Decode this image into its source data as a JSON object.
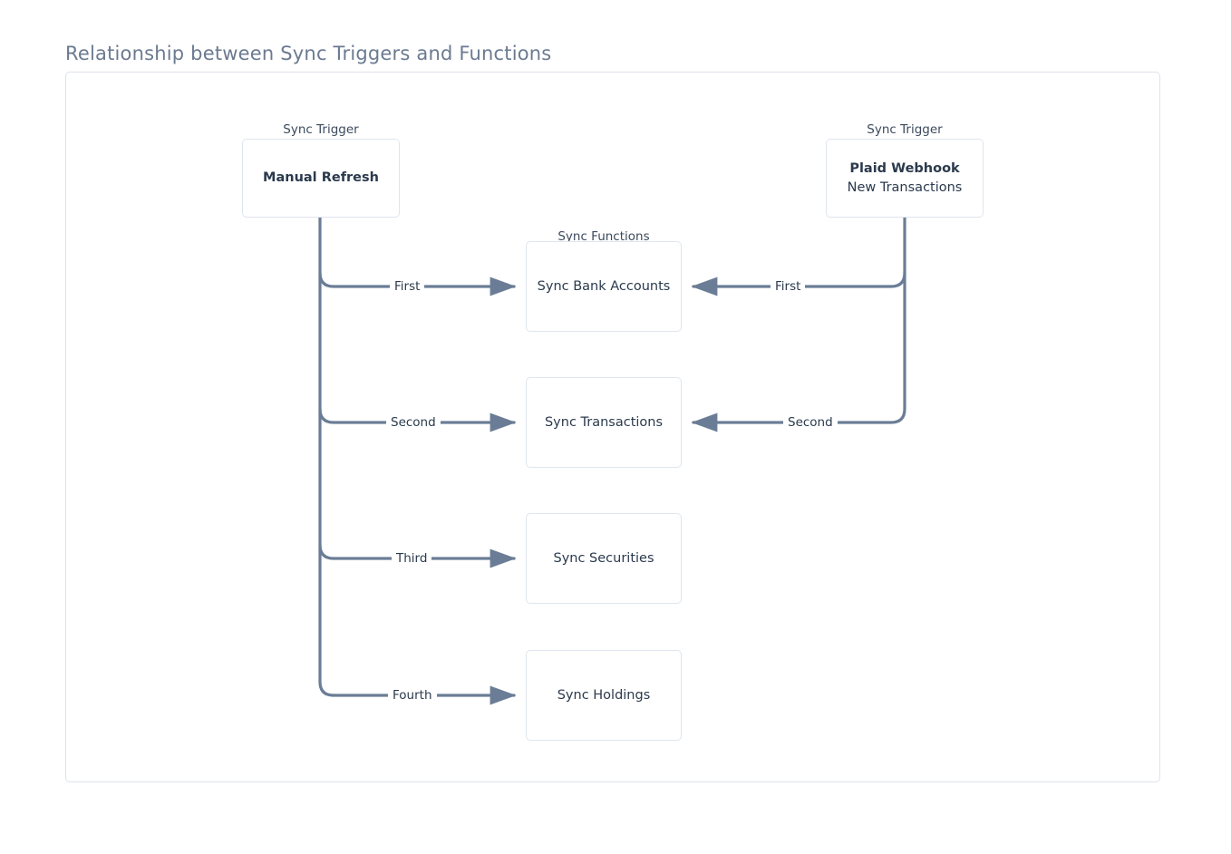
{
  "page": {
    "title": "Relationship between Sync Triggers and Functions"
  },
  "diagram": {
    "type": "flowchart",
    "groups": [
      {
        "id": "trigger-left",
        "label": "Sync Trigger"
      },
      {
        "id": "functions",
        "label": "Sync Functions"
      },
      {
        "id": "trigger-right",
        "label": "Sync Trigger"
      }
    ],
    "nodes": [
      {
        "id": "manual-refresh",
        "group": "trigger-left",
        "lines": [
          {
            "text": "Manual Refresh",
            "bold": true
          }
        ]
      },
      {
        "id": "plaid-webhook",
        "group": "trigger-right",
        "lines": [
          {
            "text": "Plaid Webhook",
            "bold": true
          },
          {
            "text": "New Transactions",
            "bold": false
          }
        ]
      },
      {
        "id": "sync-bank-accounts",
        "group": "functions",
        "lines": [
          {
            "text": "Sync Bank Accounts",
            "bold": false
          }
        ]
      },
      {
        "id": "sync-transactions",
        "group": "functions",
        "lines": [
          {
            "text": "Sync Transactions",
            "bold": false
          }
        ]
      },
      {
        "id": "sync-securities",
        "group": "functions",
        "lines": [
          {
            "text": "Sync Securities",
            "bold": false
          }
        ]
      },
      {
        "id": "sync-holdings",
        "group": "functions",
        "lines": [
          {
            "text": "Sync Holdings",
            "bold": false
          }
        ]
      }
    ],
    "edges": [
      {
        "id": "e1",
        "from": "manual-refresh",
        "to": "sync-bank-accounts",
        "label": "First",
        "direction": "right"
      },
      {
        "id": "e2",
        "from": "manual-refresh",
        "to": "sync-transactions",
        "label": "Second",
        "direction": "right"
      },
      {
        "id": "e3",
        "from": "manual-refresh",
        "to": "sync-securities",
        "label": "Third",
        "direction": "right"
      },
      {
        "id": "e4",
        "from": "manual-refresh",
        "to": "sync-holdings",
        "label": "Fourth",
        "direction": "right"
      },
      {
        "id": "e5",
        "from": "plaid-webhook",
        "to": "sync-bank-accounts",
        "label": "First",
        "direction": "left"
      },
      {
        "id": "e6",
        "from": "plaid-webhook",
        "to": "sync-transactions",
        "label": "Second",
        "direction": "left"
      }
    ],
    "colors": {
      "title": "#6b7a90",
      "panel_border": "#dde3ec",
      "node_border": "#dfe5ee",
      "node_text": "#2b3a4d",
      "edge": "#6b7d96",
      "background": "#ffffff"
    }
  }
}
